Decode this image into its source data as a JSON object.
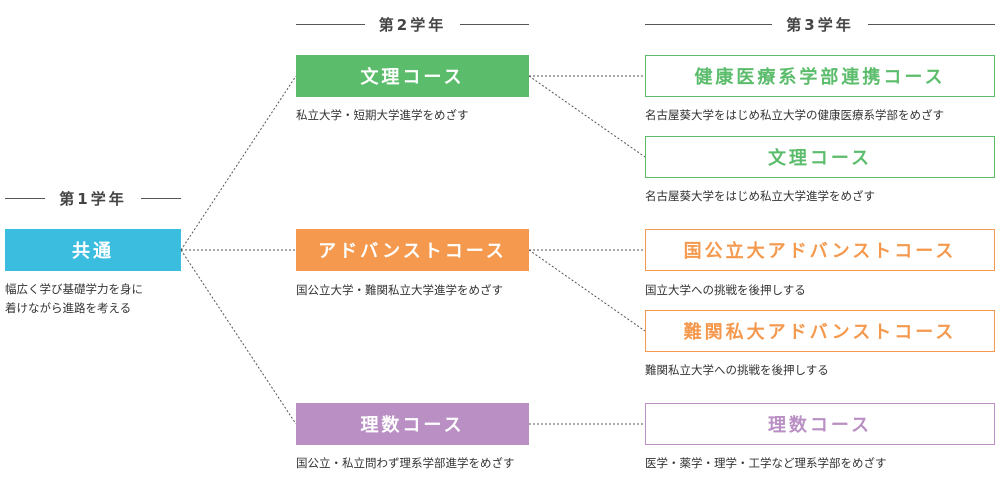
{
  "colors": {
    "green": "#5bbd6c",
    "cyan": "#3bbde0",
    "orange": "#f4994e",
    "purple": "#b98fc4",
    "connector": "#555555"
  },
  "year1": {
    "label": "第1学年",
    "course": {
      "name": "共通",
      "description": [
        "幅広く学び基礎学力を身に",
        "着けながら進路を考える"
      ]
    }
  },
  "year2": {
    "label": "第2学年",
    "courses": [
      {
        "name": "文理コース",
        "description": "私立大学・短期大学進学をめざす"
      },
      {
        "name": "アドバンストコース",
        "description": "国公立大学・難関私立大学進学をめざす"
      },
      {
        "name": "理数コース",
        "description": "国公立・私立問わず理系学部進学をめざす"
      }
    ]
  },
  "year3": {
    "label": "第3学年",
    "courses": [
      {
        "name": "健康医療系学部連携コース",
        "description": "名古屋葵大学をはじめ私立大学の健康医療系学部をめざす"
      },
      {
        "name": "文理コース",
        "description": "名古屋葵大学をはじめ私立大学進学をめざす"
      },
      {
        "name": "国公立大アドバンストコース",
        "description": "国立大学への挑戦を後押しする"
      },
      {
        "name": "難関私大アドバンストコース",
        "description": "難関私立大学への挑戦を後押しする"
      },
      {
        "name": "理数コース",
        "description": "医学・薬学・理学・工学など理系学部をめざす"
      }
    ]
  }
}
